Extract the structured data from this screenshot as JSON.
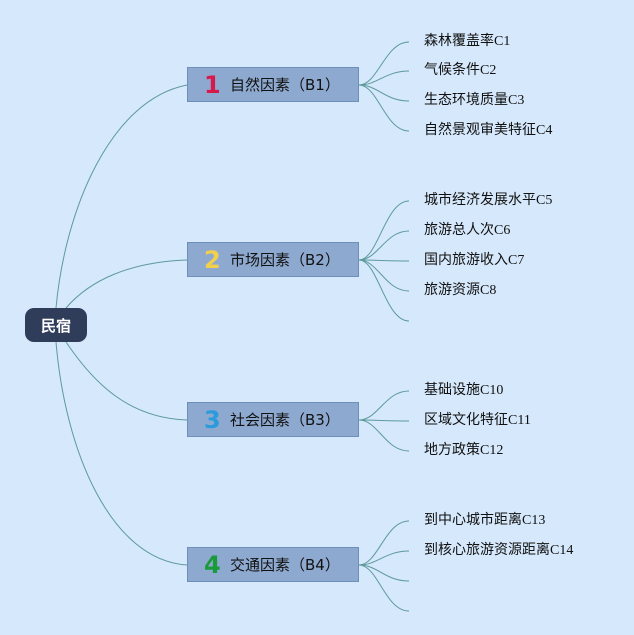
{
  "root": {
    "label": "民宿"
  },
  "colors": {
    "line": "#5c9a9a",
    "background": "#d6e8fb",
    "root_fill": "#2f3d5a",
    "branch_fill": "#8ea9cf",
    "num1": "#d6184a",
    "num2": "#f2d04c",
    "num3": "#2a9bdc",
    "num4": "#1a9a3a"
  },
  "branches": [
    {
      "num": "1",
      "label": "自然因素（B1）",
      "icon": "number-1-icon",
      "leaves": [
        "森林覆盖率C1",
        "气候条件C2",
        "生态环境质量C3",
        "自然景观审美特征C4"
      ]
    },
    {
      "num": "2",
      "label": "市场因素（B2）",
      "icon": "number-2-icon",
      "leaves": [
        "城市经济发展水平C5",
        "旅游总人次C6",
        "国内旅游收入C7",
        "旅游资源C8",
        ""
      ]
    },
    {
      "num": "3",
      "label": "社会因素（B3）",
      "icon": "number-3-icon",
      "leaves": [
        "基础设施C10",
        "区域文化特征C11",
        "地方政策C12"
      ]
    },
    {
      "num": "4",
      "label": "交通因素（B4）",
      "icon": "number-4-icon",
      "leaves": [
        "到中心城市距离C13",
        "到核心旅游资源距离C14",
        "",
        ""
      ]
    }
  ]
}
